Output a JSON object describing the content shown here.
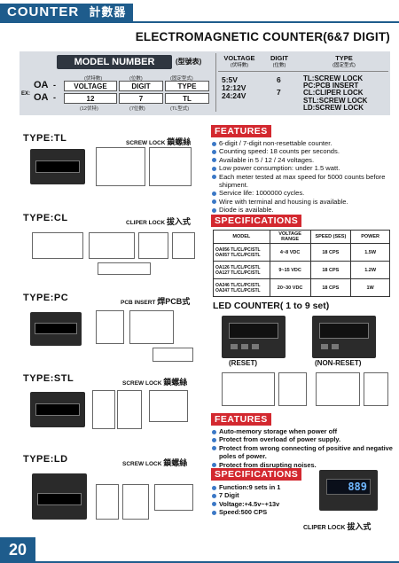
{
  "header": {
    "title": "COUNTER",
    "title_cn": "計數器"
  },
  "page_title": "ELECTROMAGNETIC COUNTER(6&7 DIGIT)",
  "model_number": {
    "label": "MODEL NUMBER",
    "sub": "(型號表)",
    "prefix": "OA",
    "ex": "EX:",
    "col_labels_cn": [
      "(伏特數)",
      "(位數)",
      "(固定型式)"
    ],
    "col_labels": [
      "VOLTAGE",
      "DIGIT",
      "TYPE"
    ],
    "example": [
      "12",
      "7",
      "TL"
    ],
    "example_cn": [
      "(12伏特)",
      "(7位數)",
      "(TL型式)"
    ],
    "spec_headers": [
      {
        "en": "VOLTAGE",
        "cn": "(伏特數)"
      },
      {
        "en": "DIGIT",
        "cn": "(位數)"
      },
      {
        "en": "TYPE",
        "cn": "(固定型式)"
      }
    ],
    "voltages": [
      "5:5V",
      "12:12V",
      "24:24V"
    ],
    "digits": [
      "6",
      "7"
    ],
    "types": [
      "TL:SCREW LOCK",
      "PC:PCB INSERT",
      "CL:CLIPER LOCK",
      "STL:SCREW LOCK",
      "LD:SCREW LOCK"
    ]
  },
  "types": [
    {
      "name": "TYPE:TL",
      "note": "SCREW LOCK",
      "note_cn": "鎖螺絲"
    },
    {
      "name": "TYPE:CL",
      "note": "CLIPER LOCK",
      "note_cn": "拔入式"
    },
    {
      "name": "TYPE:PC",
      "note": "PCB INSERT",
      "note_cn": "焊PCB式"
    },
    {
      "name": "TYPE:STL",
      "note": "SCREW LOCK",
      "note_cn": "鎖螺絲"
    },
    {
      "name": "TYPE:LD",
      "note": "SCREW LOCK",
      "note_cn": "鎖螺絲"
    }
  ],
  "features1": {
    "title": "FEATURES",
    "items": [
      "6-digit / 7-digit non-resettable counter.",
      "Counting speed: 18 counts per seconds.",
      "Available in 5 / 12 / 24 voltages.",
      "Low power consumption: under 1.5 watt.",
      "Each meter tested at max speed for 5000 counts before shipment.",
      "Service life: 1000000 cycles.",
      "Wire with terminal and housing is available.",
      "Diode is available."
    ]
  },
  "specifications": {
    "title": "SPECIFICATIONS",
    "headers": [
      "MODEL",
      "VOLTAGE RANGE",
      "SPEED (SES)",
      "POWER"
    ],
    "rows": [
      {
        "models": [
          "OA056 TL/CL/PC/STL",
          "OA057 TL/CL/PC/STL"
        ],
        "voltage": "4~8 VDC",
        "speed": "18 CPS",
        "power": "1.5W"
      },
      {
        "models": [
          "OA126 TL/CL/PC/STL",
          "OA127 TL/CL/PC/STL"
        ],
        "voltage": "9~15 VDC",
        "speed": "18 CPS",
        "power": "1.2W"
      },
      {
        "models": [
          "OA246 TL/CL/PC/STL",
          "OA247 TL/CL/PC/STL"
        ],
        "voltage": "20~30 VDC",
        "speed": "18 CPS",
        "power": "1W"
      }
    ]
  },
  "led": {
    "title": "LED COUNTER( 1 to 9 set)",
    "reset": "(RESET)",
    "nonreset": "(NON-RESET)",
    "display": "889"
  },
  "features2": {
    "title": "FEATURES",
    "items": [
      "Auto-memory storage when power off",
      "Protect from overload of power supply.",
      "Protect from wrong connecting of positive and negative poles of power.",
      "Protect from disrupting noises."
    ]
  },
  "specifications2": {
    "title": "SPECIFICATIONS",
    "items": [
      "Function:9 sets in 1",
      "7 Digit",
      "Voltage:+4.5v~+13v",
      "Speed:500 CPS"
    ],
    "cliper": "CLIPER LOCK",
    "cliper_cn": "拔入式"
  },
  "page_number": "20"
}
